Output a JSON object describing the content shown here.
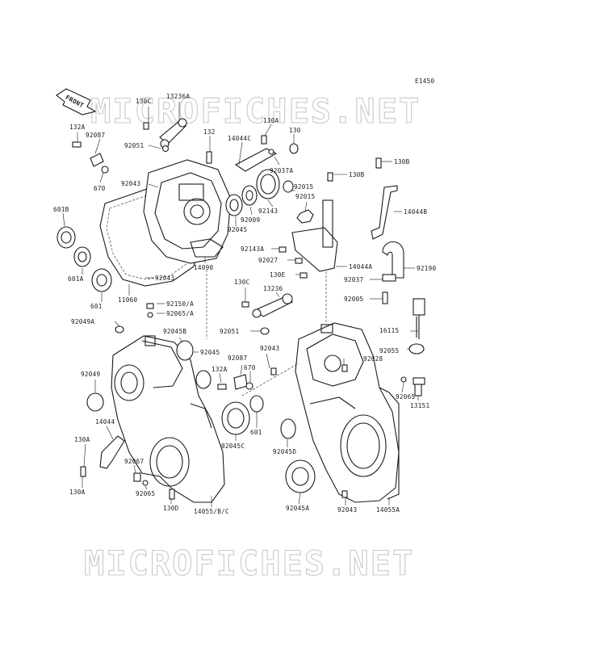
{
  "diagram": {
    "code": "E1450",
    "front_arrow_label": "FRONT",
    "watermark": "MICROFICHES.NET",
    "labels": [
      "130C",
      "13236A",
      "132A",
      "92087",
      "92051",
      "670",
      "92043",
      "132",
      "14044C",
      "130A",
      "130",
      "92037A",
      "130B",
      "130B",
      "92015",
      "92015",
      "14044B",
      "601B",
      "601A",
      "601",
      "11060",
      "92043",
      "14090",
      "92045",
      "92009",
      "92143",
      "92143A",
      "92027",
      "130E",
      "14044A",
      "92190",
      "92037",
      "13236",
      "130C",
      "92005",
      "92150/A",
      "92065/A",
      "92049A",
      "92045B",
      "92045",
      "92051",
      "92043",
      "92087",
      "670",
      "132A",
      "16115",
      "92028",
      "92055",
      "92049",
      "14044",
      "130A",
      "92067",
      "92065",
      "130A",
      "130D",
      "14055/B/C",
      "92045C",
      "601",
      "92045D",
      "92065",
      "13151",
      "92045A",
      "92043",
      "14055A"
    ]
  }
}
